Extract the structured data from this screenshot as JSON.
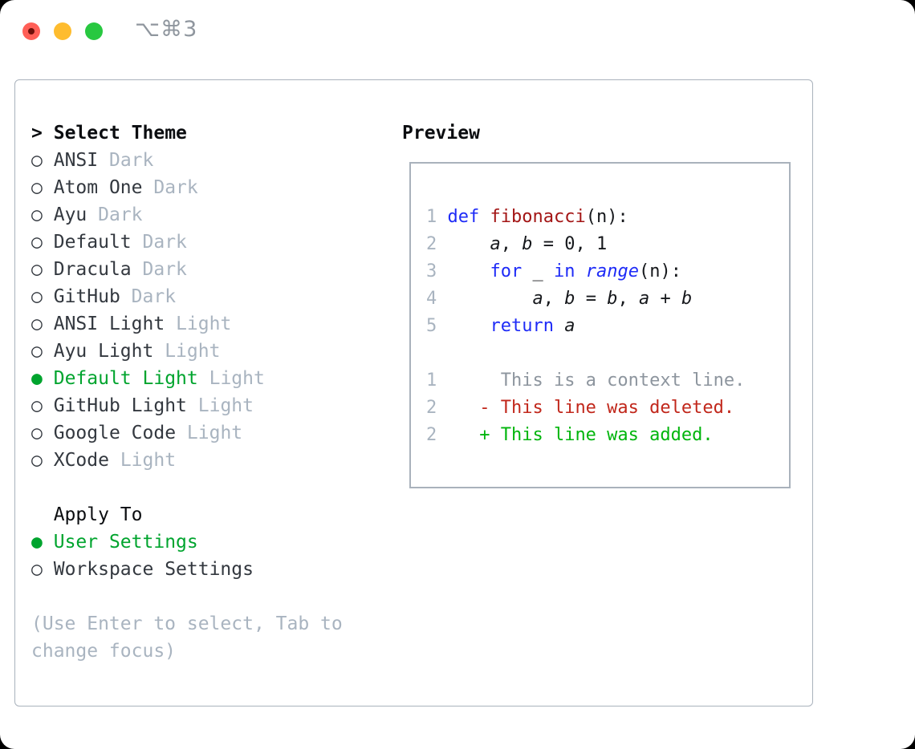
{
  "window": {
    "title": "⌥⌘3"
  },
  "colors": {
    "selected_green": "#00a42e",
    "added_green": "#00b50c",
    "deleted_red": "#c1271b",
    "keyword_blue": "#1e2bf7",
    "function_darkred": "#a31515",
    "traffic_red": "#ff5f57",
    "traffic_red_dot": "#6e100a",
    "traffic_yellow": "#febc2e",
    "traffic_green": "#28c840"
  },
  "theme_list": {
    "header": {
      "marker": ">",
      "label": "Select Theme"
    },
    "items": [
      {
        "marker": "○",
        "label": "ANSI",
        "tag": "Dark",
        "selected": false
      },
      {
        "marker": "○",
        "label": "Atom One",
        "tag": "Dark",
        "selected": false
      },
      {
        "marker": "○",
        "label": "Ayu",
        "tag": "Dark",
        "selected": false
      },
      {
        "marker": "○",
        "label": "Default",
        "tag": "Dark",
        "selected": false
      },
      {
        "marker": "○",
        "label": "Dracula",
        "tag": "Dark",
        "selected": false
      },
      {
        "marker": "○",
        "label": "GitHub",
        "tag": "Dark",
        "selected": false
      },
      {
        "marker": "○",
        "label": "ANSI Light",
        "tag": "Light",
        "selected": false
      },
      {
        "marker": "○",
        "label": "Ayu Light",
        "tag": "Light",
        "selected": false
      },
      {
        "marker": "●",
        "label": "Default Light",
        "tag": "Light",
        "selected": true
      },
      {
        "marker": "○",
        "label": "GitHub Light",
        "tag": "Light",
        "selected": false
      },
      {
        "marker": "○",
        "label": "Google Code",
        "tag": "Light",
        "selected": false
      },
      {
        "marker": "○",
        "label": "XCode",
        "tag": "Light",
        "selected": false
      }
    ]
  },
  "apply_to": {
    "header": "Apply To",
    "items": [
      {
        "marker": "●",
        "label": "User Settings",
        "selected": true
      },
      {
        "marker": "○",
        "label": "Workspace Settings",
        "selected": false
      }
    ]
  },
  "hint": "(Use Enter to select, Tab to change focus)",
  "preview": {
    "header": "Preview",
    "lines": [
      {
        "num": "1",
        "tokens": [
          [
            "kw",
            "def "
          ],
          [
            "fn",
            "fibonacci"
          ],
          [
            "plain",
            "(n):"
          ]
        ]
      },
      {
        "num": "2",
        "tokens": [
          [
            "plain",
            "    "
          ],
          [
            "var",
            "a"
          ],
          [
            "plain",
            ", "
          ],
          [
            "var",
            "b"
          ],
          [
            "plain",
            " = 0, 1"
          ]
        ]
      },
      {
        "num": "3",
        "tokens": [
          [
            "plain",
            "    "
          ],
          [
            "kw",
            "for"
          ],
          [
            "plain",
            " _ "
          ],
          [
            "kw",
            "in"
          ],
          [
            "plain",
            " "
          ],
          [
            "builtin",
            "range"
          ],
          [
            "plain",
            "(n):"
          ]
        ]
      },
      {
        "num": "4",
        "tokens": [
          [
            "plain",
            "        "
          ],
          [
            "var",
            "a"
          ],
          [
            "plain",
            ", "
          ],
          [
            "var",
            "b"
          ],
          [
            "plain",
            " = "
          ],
          [
            "var",
            "b"
          ],
          [
            "plain",
            ", "
          ],
          [
            "var",
            "a"
          ],
          [
            "plain",
            " + "
          ],
          [
            "var",
            "b"
          ]
        ]
      },
      {
        "num": "5",
        "tokens": [
          [
            "plain",
            "    "
          ],
          [
            "kw",
            "return"
          ],
          [
            "plain",
            " "
          ],
          [
            "var",
            "a"
          ]
        ]
      },
      {
        "num": "",
        "tokens": []
      },
      {
        "num": "1",
        "tokens": [
          [
            "ctx",
            "     This is a context line."
          ]
        ]
      },
      {
        "num": "2",
        "tokens": [
          [
            "del",
            "   - This line was deleted."
          ]
        ]
      },
      {
        "num": "2",
        "tokens": [
          [
            "add",
            "   + This line was added."
          ]
        ]
      }
    ]
  }
}
